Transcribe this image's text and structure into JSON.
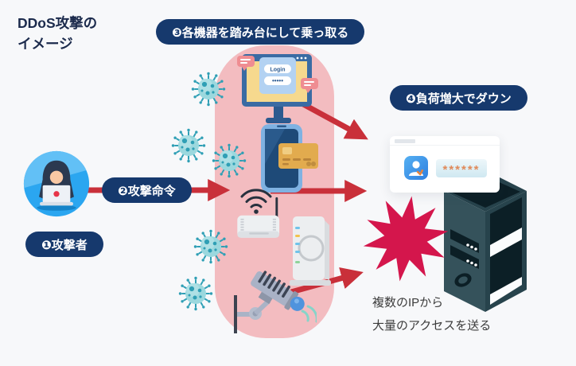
{
  "title": {
    "line1": "DDoS攻撃の",
    "line2": "イメージ"
  },
  "steps": {
    "attacker_label": "❶攻撃者",
    "command_label": "❷攻撃命令",
    "hijack_label": "❸各機器を踏み台にして乗っ取る",
    "down_label": "❹負荷増大でダウン"
  },
  "annotation": {
    "line1": "複数のIPから",
    "line2": "大量のアクセスを送る"
  },
  "monitor_screen": {
    "login_button": "Login",
    "password_mask": "•••••"
  },
  "target_window": {
    "password_mask": "******"
  },
  "colors": {
    "background": "#f7f8fa",
    "navy_pill": "#16396d",
    "title_navy": "#1c2b4d",
    "arrow_red": "#c9303a",
    "zone_pink": "#f3bcc0",
    "burst_crimson": "#d4164c",
    "virus_teal": "#2f9fb5",
    "attacker_blue": "#2ba6f0",
    "server_teal": "#35525b",
    "card_gold": "#e2ab4e"
  },
  "icons": {
    "attacker": "hooded-attacker-icon",
    "malware": "virus-icon",
    "compromised_devices": [
      "monitor-login-icon",
      "smartphone-card-icon",
      "wifi-icon",
      "router-icon",
      "modem-icon",
      "camera-icon"
    ],
    "attack_targets": [
      "login-window-icon",
      "server-tower-icon",
      "crash-burst-icon"
    ]
  }
}
